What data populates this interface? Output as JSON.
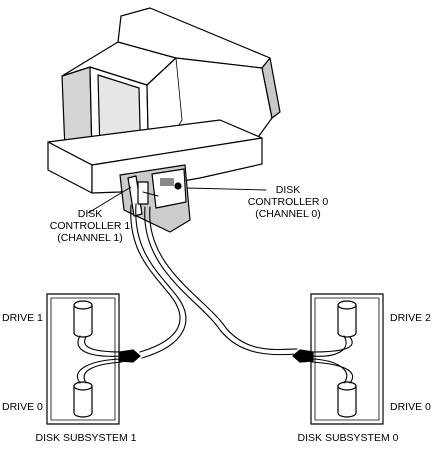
{
  "labels": {
    "controller1": [
      "DISK",
      "CONTROLLER 1",
      "(CHANNEL 1)"
    ],
    "controller0": [
      "DISK",
      "CONTROLLER 0",
      "(CHANNEL 0)"
    ],
    "left_drive_top": "DRIVE 1",
    "left_drive_bottom": "DRIVE 0",
    "right_drive_top": "DRIVE 2",
    "right_drive_bottom": "DRIVE 0",
    "subsystem_left": "DISK SUBSYSTEM 1",
    "subsystem_right": "DISK SUBSYSTEM 0"
  }
}
